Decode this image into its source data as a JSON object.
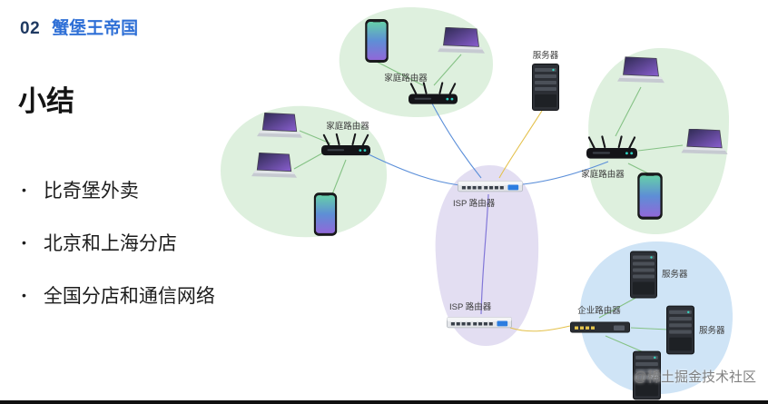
{
  "slide": {
    "number": "02",
    "title": "蟹堡王帝国",
    "heading": "小结",
    "bullets": [
      {
        "marker": "•",
        "text": "比奇堡外卖"
      },
      {
        "marker": "•",
        "text": "北京和上海分店"
      },
      {
        "marker": "•",
        "text": "全国分店和通信网络"
      }
    ]
  },
  "diagram": {
    "labels": {
      "home_router_top": "家庭路由器",
      "home_router_left": "家庭路由器",
      "home_router_right": "家庭路由器",
      "server_top": "服务器",
      "isp_router_top": "ISP 路由器",
      "isp_router_bottom": "ISP 路由器",
      "enterprise_router": "企业路由器",
      "server_dc1": "服务器",
      "server_dc2": "服务器"
    },
    "icons": {
      "phone": "smartphone",
      "laptop": "laptop",
      "wifi_router": "wifi-router",
      "isp_switch": "rack-switch",
      "server": "server-tower",
      "enterprise_router": "rack-router"
    },
    "colors": {
      "lan_region": "#def0de",
      "isp_region": "#e3def2",
      "dc_region": "#cfe4f6",
      "lan_link": "#85c285",
      "wan_link": "#5b8fd9",
      "backbone_link": "#8277d8",
      "uplink": "#e4c14b"
    }
  },
  "watermark": "@稀土掘金技术社区"
}
